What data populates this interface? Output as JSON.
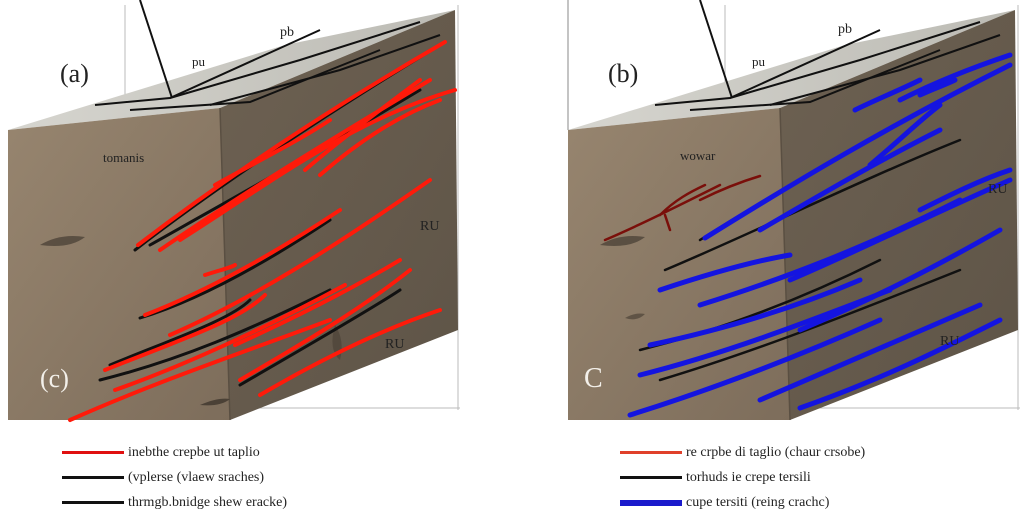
{
  "panel_a": {
    "label_a": "(a)",
    "label_c": "(c)",
    "top_label": "pb",
    "top_label2": "pu",
    "face_left_label": "tomanis",
    "face_right_label1": "RU",
    "face_right_label2": "RU"
  },
  "panel_b": {
    "label_b": "(b)",
    "label_c": "C",
    "top_label": "pb",
    "top_label2": "pu",
    "face_left_label": "wowar",
    "face_right_label1": "RU",
    "face_right_label2": "RU"
  },
  "legend_a": [
    {
      "text": "inebthe crepbe ut taplio",
      "color": "#e01010"
    },
    {
      "text": "(vplerse (vlaew sraches)",
      "color": "#111111"
    },
    {
      "text": "thrmgb.bnidge shew eracke)",
      "color": "#111111"
    }
  ],
  "legend_b": [
    {
      "text": "re crpbe di taglio (chaur crsobe)",
      "color": "#e0402a"
    },
    {
      "text": "torhuds ie crepe tersili",
      "color": "#111111"
    },
    {
      "text": "cupe tersiti (reing crachc)",
      "color": "#1a1acc"
    }
  ],
  "colors": {
    "rock_front": "#8c7a66",
    "rock_side": "#6f6354",
    "rock_top": "#c9c8c2",
    "red_crack": "#ff1a0a",
    "blue_crack": "#1414e0",
    "black_crack": "#111111"
  }
}
